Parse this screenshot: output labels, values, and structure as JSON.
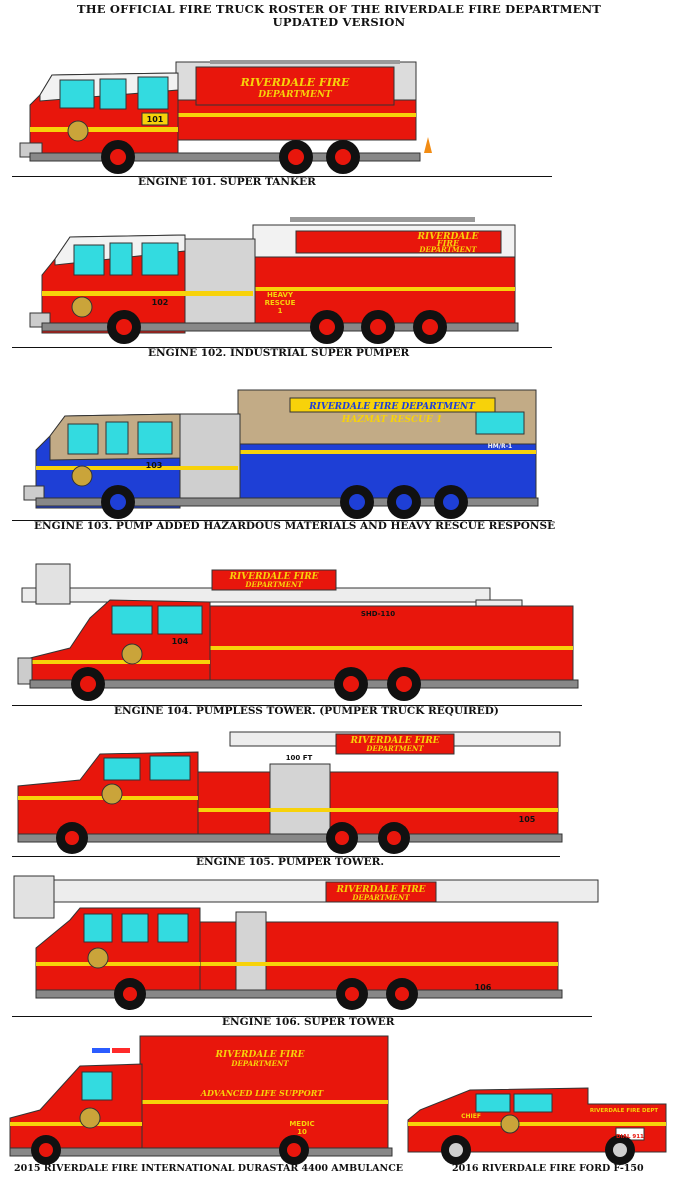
{
  "header": {
    "line1": "THE OFFICIAL FIRE TRUCK ROSTER OF THE RIVERDALE FIRE DEPARTMENT",
    "line2": "UPDATED VERSION"
  },
  "colors": {
    "fire_red": "#e8160c",
    "stripe_yellow": "#f7d20a",
    "hazmat_blue": "#1e3fd6",
    "hazmat_tan": "#c2ab86",
    "glass_cyan": "#33dbe0",
    "chrome": "#d8d8d8"
  },
  "trucks": [
    {
      "caption": "ENGINE 101.  SUPER TANKER",
      "number": "101",
      "body_lines": [
        "RIVERDALE FIRE",
        "DEPARTMENT"
      ]
    },
    {
      "caption": "ENGINE 102.  INDUSTRIAL SUPER PUMPER",
      "number": "102",
      "body_lines": [
        "RIVERDALE",
        "FIRE",
        "DEPARTMENT"
      ],
      "side_label": [
        "HEAVY",
        "RESCUE",
        "1"
      ]
    },
    {
      "caption": "ENGINE 103.  PUMP ADDED HAZARDOUS MATERIALS AND HEAVY RESCUE RESPONSE",
      "number": "103",
      "body_lines": [
        "RIVERDALE FIRE DEPARTMENT",
        "HAZMAT RESCUE 1"
      ],
      "unit_tag": "HM/R-1"
    },
    {
      "caption": "ENGINE 104.  PUMPLESS TOWER. (PUMPER TRUCK REQUIRED)",
      "number": "104",
      "body_lines": [
        "RIVERDALE FIRE",
        "DEPARTMENT"
      ],
      "unit_tag": "SHD-110"
    },
    {
      "caption": "ENGINE 105.  PUMPER TOWER.",
      "number": "105",
      "body_lines": [
        "RIVERDALE FIRE",
        "DEPARTMENT"
      ],
      "ladder_tag": "100 FT"
    },
    {
      "caption": "ENGINE 106.  SUPER TOWER",
      "number": "106",
      "body_lines": [
        "RIVERDALE FIRE",
        "DEPARTMENT"
      ]
    }
  ],
  "ambulance": {
    "caption": "2015 RIVERDALE FIRE INTERNATIONAL DURASTAR 4400 AMBULANCE",
    "body_lines": [
      "RIVERDALE FIRE",
      "DEPARTMENT"
    ],
    "service": "ADVANCED LIFE SUPPORT",
    "medic": [
      "MEDIC",
      "10"
    ]
  },
  "pickup": {
    "caption": "2016 RIVERDALE FIRE FORD F-150",
    "role": "CHIEF",
    "door_text": "RIVERDALE FIRE DEPT",
    "bed_tag": "DIAL 911"
  }
}
